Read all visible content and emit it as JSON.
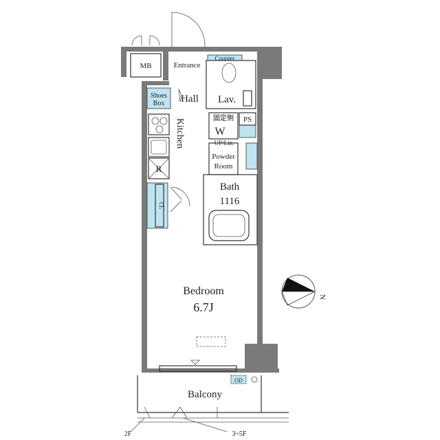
{
  "rooms": {
    "mb": "MB",
    "entrance": "Entrance",
    "counter": "Counter",
    "hall": "Hall",
    "lav": "Lav.",
    "shoes_box_line1": "Shoes",
    "shoes_box_line2": "Box",
    "kitchen": "Kitchen",
    "fixed_side": "固定側",
    "washer": "W",
    "ps": "PS",
    "up_lin": "UP/Lin.",
    "powder_line1": "Powder",
    "powder_line2": "Room",
    "refrigerator": "R",
    "cl": "CL",
    "bath": "Bath",
    "bath_size": "1116",
    "bedroom": "Bedroom",
    "bedroom_size": "6.7J",
    "od": "OD",
    "balcony": "Balcony"
  },
  "annotations": {
    "floor_2f": "2F",
    "floor_3_5f": "3~5F",
    "north": "N"
  },
  "colors": {
    "wall": "#7a7a7a",
    "fixture_blue": "#bfe3f1"
  }
}
